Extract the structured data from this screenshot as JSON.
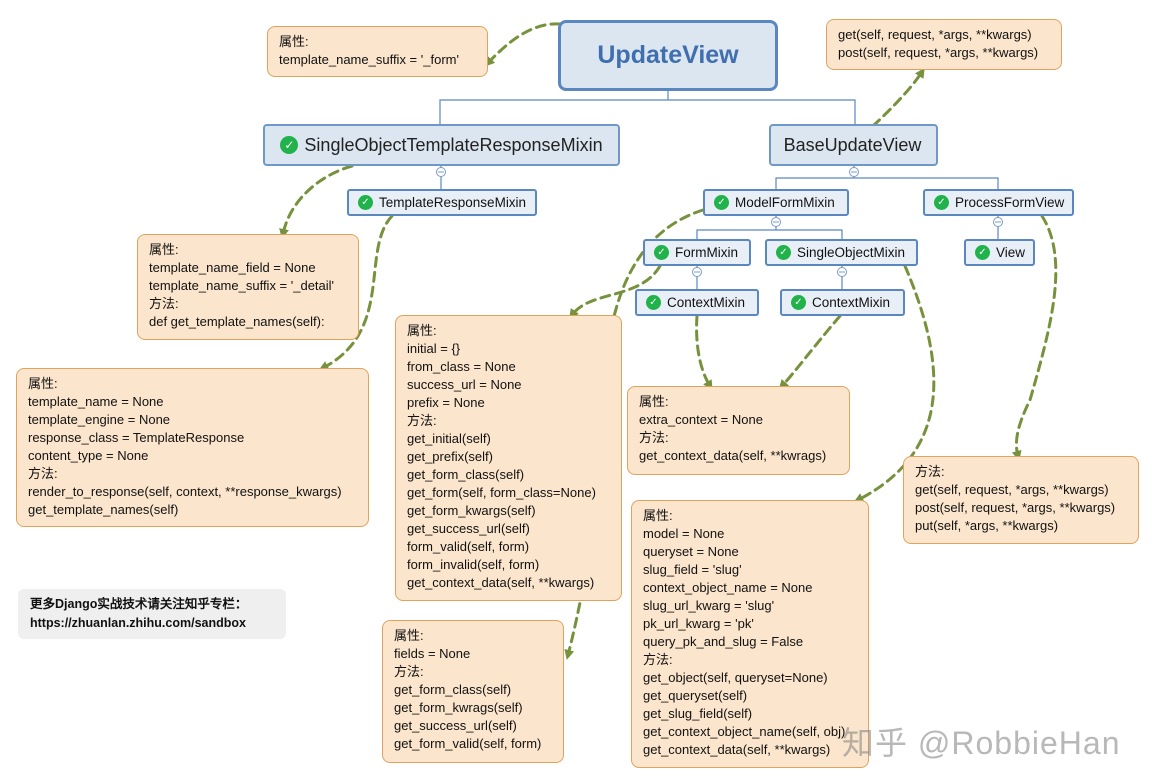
{
  "root": {
    "label": "UpdateView"
  },
  "nodes": {
    "sotrm": "SingleObjectTemplateResponseMixin",
    "buv": "BaseUpdateView",
    "trm": "TemplateResponseMixin",
    "mfm": "ModelFormMixin",
    "pfv": "ProcessFormView",
    "fm": "FormMixin",
    "som": "SingleObjectMixin",
    "view": "View",
    "cm1": "ContextMixin",
    "cm2": "ContextMixin"
  },
  "notes": {
    "root": [
      "属性:",
      "template_name_suffix = '_form'"
    ],
    "root_methods": [
      "get(self, request, *args, **kwargs)",
      "post(self, request, *args, **kwargs)"
    ],
    "sotrm": [
      "属性:",
      "template_name_field = None",
      "template_name_suffix = '_detail'",
      "方法:",
      "def get_template_names(self):"
    ],
    "trm": [
      "属性:",
      "template_name = None",
      "template_engine = None",
      "response_class = TemplateResponse",
      "content_type = None",
      "方法:",
      "render_to_response(self, context, **response_kwargs)",
      "get_template_names(self)"
    ],
    "fm": [
      "属性:",
      "initial = {}",
      "from_class = None",
      "success_url = None",
      "prefix = None",
      "方法:",
      "get_initial(self)",
      "get_prefix(self)",
      "get_form_class(self)",
      "get_form(self, form_class=None)",
      "get_form_kwargs(self)",
      "get_success_url(self)",
      "form_valid(self, form)",
      "form_invalid(self, form)",
      "get_context_data(self, **kwargs)"
    ],
    "mfm": [
      "属性:",
      "fields = None",
      "方法:",
      "get_form_class(self)",
      "get_form_kwrags(self)",
      "get_success_url(self)",
      "get_form_valid(self, form)"
    ],
    "cm": [
      "属性:",
      "extra_context = None",
      "方法:",
      "get_context_data(self, **kwrags)"
    ],
    "som": [
      "属性:",
      "model = None",
      "queryset = None",
      "slug_field = 'slug'",
      "context_object_name = None",
      "slug_url_kwarg = 'slug'",
      "pk_url_kwarg = 'pk'",
      "query_pk_and_slug = False",
      "方法:",
      "get_object(self, queryset=None)",
      "get_queryset(self)",
      "get_slug_field(self)",
      "get_context_object_name(self, obj)",
      "get_context_data(self, **kwargs)"
    ],
    "pfv": [
      "方法:",
      "get(self, request, *args, **kwargs)",
      "post(self, request, *args, **kwargs)",
      "put(self, *args, **kwargs)"
    ]
  },
  "promo": {
    "line1": "更多Django实战技术请关注知乎专栏：",
    "line2": "https://zhuanlan.zhihu.com/sandbox"
  },
  "watermark": "知乎 @RobbieHan",
  "colors": {
    "arrow": "#76923c",
    "connector": "#5b87c0",
    "note_fill": "#fbe5cc",
    "note_border": "#e0a35e",
    "node_fill": "#dce6f1",
    "check": "#21b24b"
  }
}
